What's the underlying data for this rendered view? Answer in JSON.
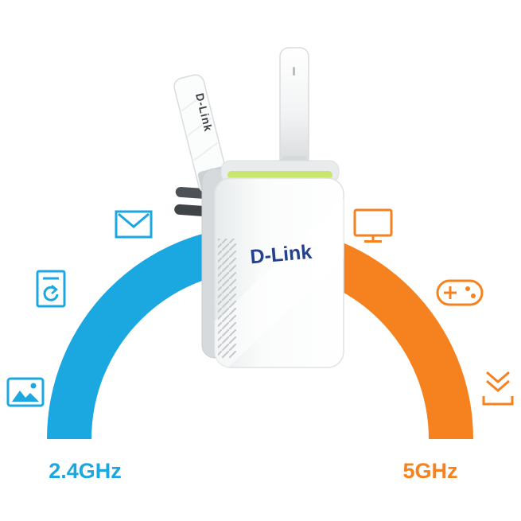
{
  "labels": {
    "left_band": "2.4GHz",
    "right_band": "5GHz"
  },
  "arc": {
    "left_color": "#1BA7E0",
    "right_color": "#F5821F"
  },
  "device": {
    "brand_logo": "D-Link",
    "antenna_text": "D-Link",
    "led_color": "#C9E76A",
    "logo_color": "#24418E"
  },
  "icons": {
    "left": [
      "mail-icon",
      "document-history-icon",
      "photo-icon"
    ],
    "right": [
      "tv-icon",
      "gamepad-icon",
      "download-icon"
    ]
  }
}
